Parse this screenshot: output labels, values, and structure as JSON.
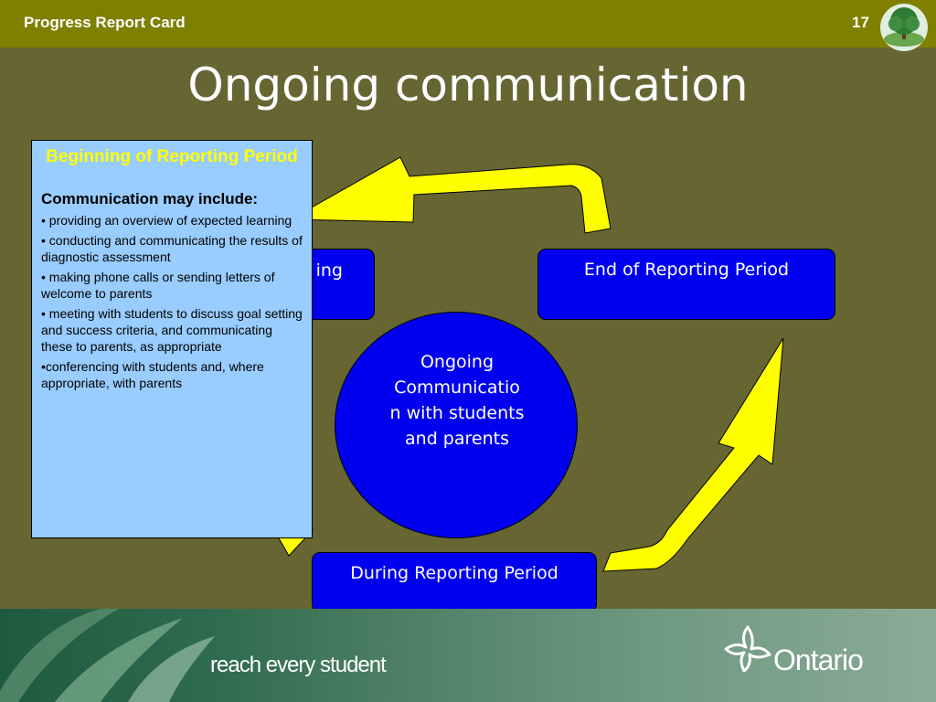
{
  "header": {
    "title": "Progress Report Card",
    "slide_number": "17"
  },
  "slide": {
    "title": "Ongoing communication"
  },
  "cycle": {
    "beginning_box": "ing",
    "end_box": "End of Reporting Period",
    "during_box": "During Reporting Period",
    "center_circle": "Ongoing Communicatio n with students and parents"
  },
  "panel": {
    "title": "Beginning of Reporting Period",
    "subtitle": "Communication may include:",
    "items": [
      "• providing an overview of expected learning",
      "• conducting and communicating the results of diagnostic assessment",
      "• making phone calls or sending letters of welcome to parents",
      "• meeting with students to discuss goal setting and success criteria, and communicating these to parents, as appropriate",
      "•conferencing with students and, where appropriate, with parents"
    ]
  },
  "footer": {
    "tagline": "reach every student",
    "brand": "Ontario"
  },
  "colors": {
    "top_bar": "#7f7f00",
    "background": "#676633",
    "box_fill": "#0000ee",
    "arrow_fill": "#ffff00",
    "panel_fill": "#99ccff",
    "panel_title": "#ffff00"
  }
}
